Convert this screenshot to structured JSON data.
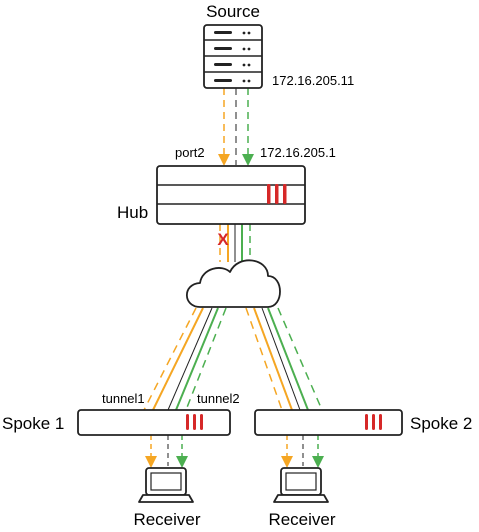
{
  "source": {
    "label": "Source",
    "ip": "172.16.205.11"
  },
  "hub": {
    "label": "Hub",
    "port_label": "port2",
    "ip": "172.16.205.1"
  },
  "spoke1": {
    "label": "Spoke 1",
    "tunnel1": "tunnel1",
    "tunnel2": "tunnel2"
  },
  "spoke2": {
    "label": "Spoke 2"
  },
  "receivers": [
    {
      "label": "Receiver"
    },
    {
      "label": "Receiver"
    }
  ],
  "blocked_marker": "X",
  "colors": {
    "orange": "#f5a623",
    "green": "#4caf50",
    "red": "#d62828",
    "outline": "#222222"
  }
}
